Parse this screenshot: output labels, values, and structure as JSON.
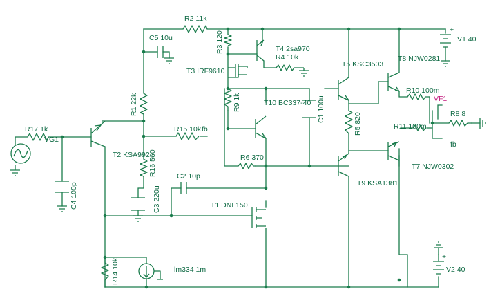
{
  "labels": {
    "R2": "R2 11k",
    "C5": "C5 10u",
    "R3": "R3 120",
    "T4": "T4 2sa970",
    "R4": "R4 10k",
    "V1": "V1 40",
    "T8": "T8 NJW0281",
    "T3": "T3 IRF9610",
    "T5": "T5 KSC3503",
    "R1": "R1 22k",
    "R9": "R9 1k",
    "T10": "T10 BC337-40",
    "C1": "C1 100u",
    "R10": "R10 100m",
    "VF1": "VF1",
    "R8": "R8 8",
    "R17": "R17 1k",
    "VG1": "VG1",
    "R15": "R15 10k",
    "fb1": "fb",
    "R11": "R11 100m",
    "R5": "R5 820",
    "fb2": "fb",
    "T2": "T2 KSA992",
    "R16": "R16 560",
    "R6": "R6 370",
    "T7": "T7 NJW0302",
    "C4": "C4 100p",
    "C3": "C3 220u",
    "C2": "C2 10p",
    "T9": "T9 KSA1381",
    "T1": "T1 DNL150",
    "R14": "R14 10k",
    "Im334": "lm334 1m",
    "V2": "V2 40",
    "plus1": "+",
    "plus2": "+"
  }
}
